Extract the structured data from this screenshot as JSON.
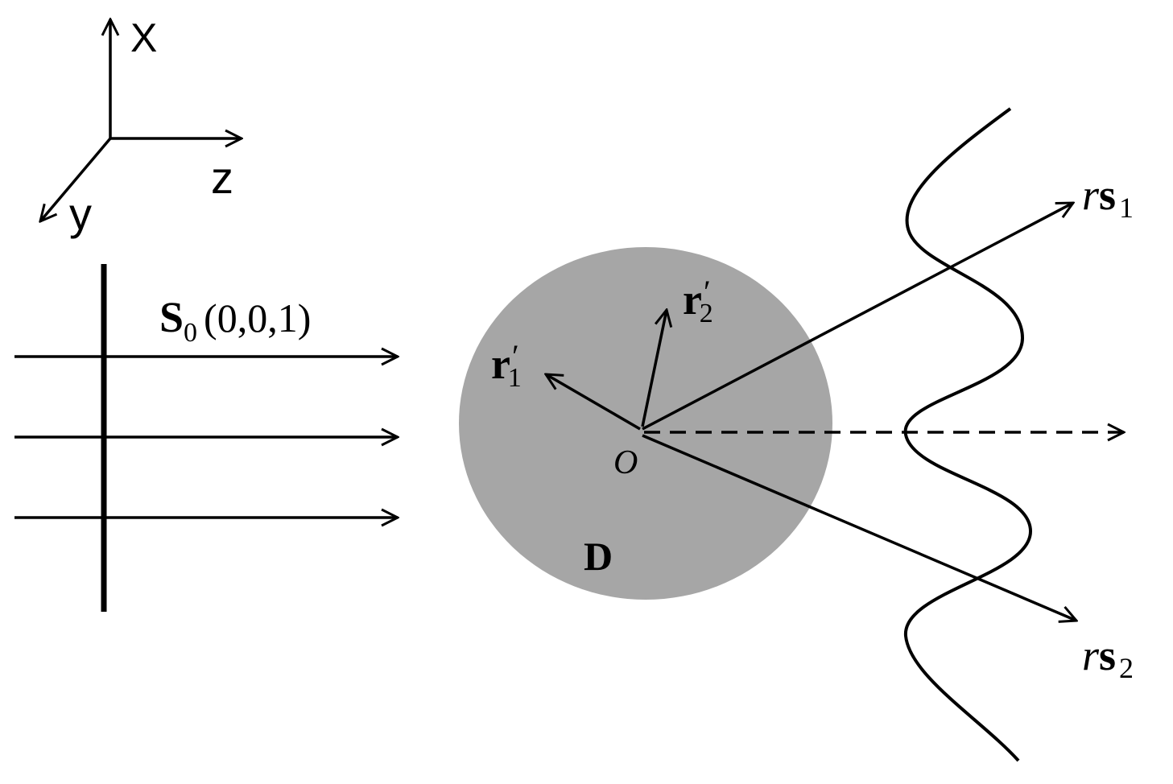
{
  "axes": {
    "x_label": "X",
    "y_label": "y",
    "z_label": "z"
  },
  "incident": {
    "vector_symbol": "S",
    "vector_subscript": "0",
    "direction_text": "(0,0,1)"
  },
  "scatterer": {
    "region_label": "D",
    "origin_label": "O",
    "r1_symbol": "r",
    "r1_subscript": "1",
    "r2_symbol": "r",
    "r2_subscript": "2",
    "prime_mark": "′"
  },
  "scattered": {
    "rs1_r": "r",
    "rs1_s": "s",
    "rs1_subscript": "1",
    "rs2_r": "r",
    "rs2_s": "s",
    "rs2_subscript": "2"
  },
  "colors": {
    "stroke": "#000000",
    "region_fill": "#a6a6a6",
    "background": "#ffffff"
  }
}
